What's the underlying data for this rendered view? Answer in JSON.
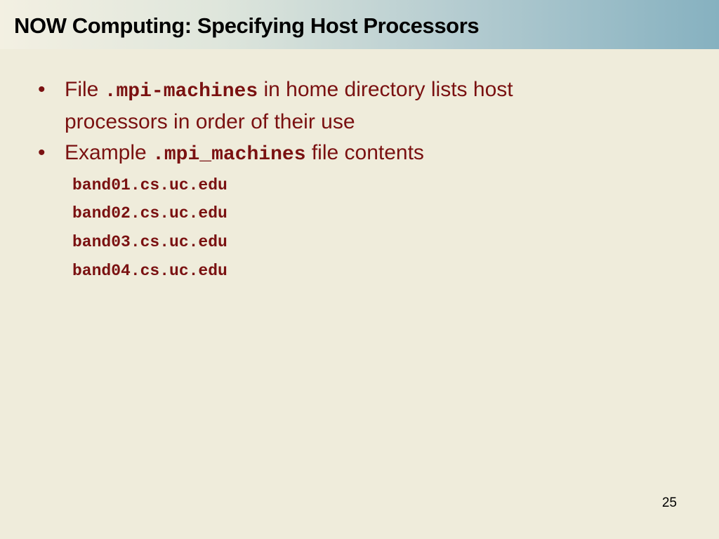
{
  "slide": {
    "title": "NOW Computing: Specifying Host Processors",
    "bullets": [
      {
        "marker": "•",
        "pre": "File ",
        "code": ".mpi-machines",
        "post": " in home directory lists host",
        "line2": "processors in order of their use"
      },
      {
        "marker": "•",
        "pre": "Example ",
        "code": ".mpi_machines",
        "post": " file contents"
      }
    ],
    "code_lines": [
      "band01.cs.uc.edu",
      "band02.cs.uc.edu",
      "band03.cs.uc.edu",
      "band04.cs.uc.edu"
    ],
    "page_number": "25"
  },
  "colors": {
    "background": "#efecdb",
    "body_text": "#7a1111",
    "title_text": "#000000",
    "title_bar_end": "#86b1c0"
  }
}
